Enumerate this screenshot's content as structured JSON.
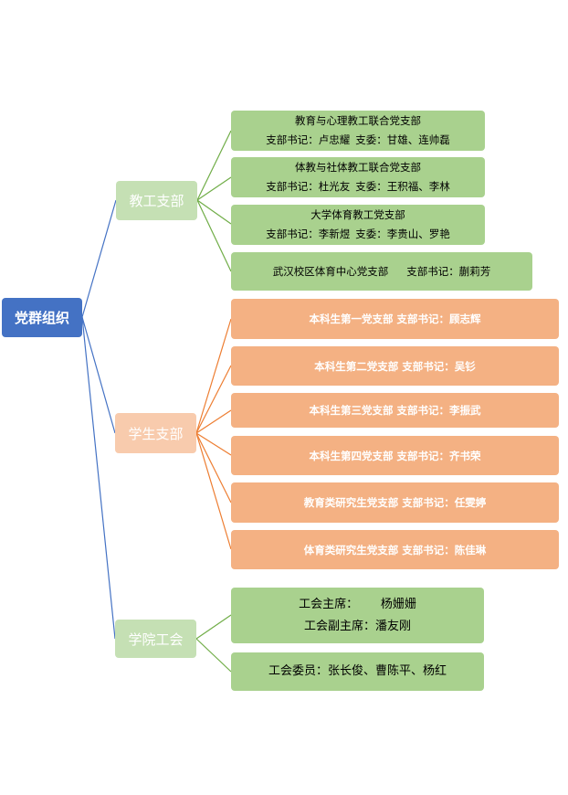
{
  "root": {
    "label": "党群组织"
  },
  "colors": {
    "root": "#4472c4",
    "green": "#a9d18e",
    "green_light": "#c5e0b4",
    "orange": "#f4b183",
    "orange_light": "#f8cbad"
  },
  "branches": {
    "teaching": {
      "label": "教工支部",
      "items": [
        {
          "title": "教育与心理教工联合党支部",
          "secretary": "支部书记：卢忠耀",
          "members": "支委：甘雄、连帅磊"
        },
        {
          "title": "体教与社体教工联合党支部",
          "secretary": "支部书记：杜光友",
          "members": "支委：王积福、李林"
        },
        {
          "title": "大学体育教工党支部",
          "secretary": "支部书记：李新煜",
          "members": "支委：李贵山、罗艳"
        },
        {
          "title": "武汉校区体育中心党支部",
          "secretary": "支部书记：蒯莉芳"
        }
      ]
    },
    "student": {
      "label": "学生支部",
      "items": [
        {
          "text": "本科生第一党支部 支部书记：顾志辉"
        },
        {
          "text": "本科生第二党支部 支部书记：吴钐"
        },
        {
          "text": "本科生第三党支部 支部书记：李振武"
        },
        {
          "text": "本科生第四党支部 支部书记：齐书荣"
        },
        {
          "text": "教育类研究生党支部  支部书记：任雯婷"
        },
        {
          "text": "体育类研究生党支部  支部书记：陈佳琳"
        }
      ]
    },
    "union": {
      "label": "学院工会",
      "chair": "工会主席：      杨姗姗",
      "vice_chair": "工会副主席：潘友刚",
      "members": "工会委员：张长俊、曹陈平、杨红"
    }
  }
}
